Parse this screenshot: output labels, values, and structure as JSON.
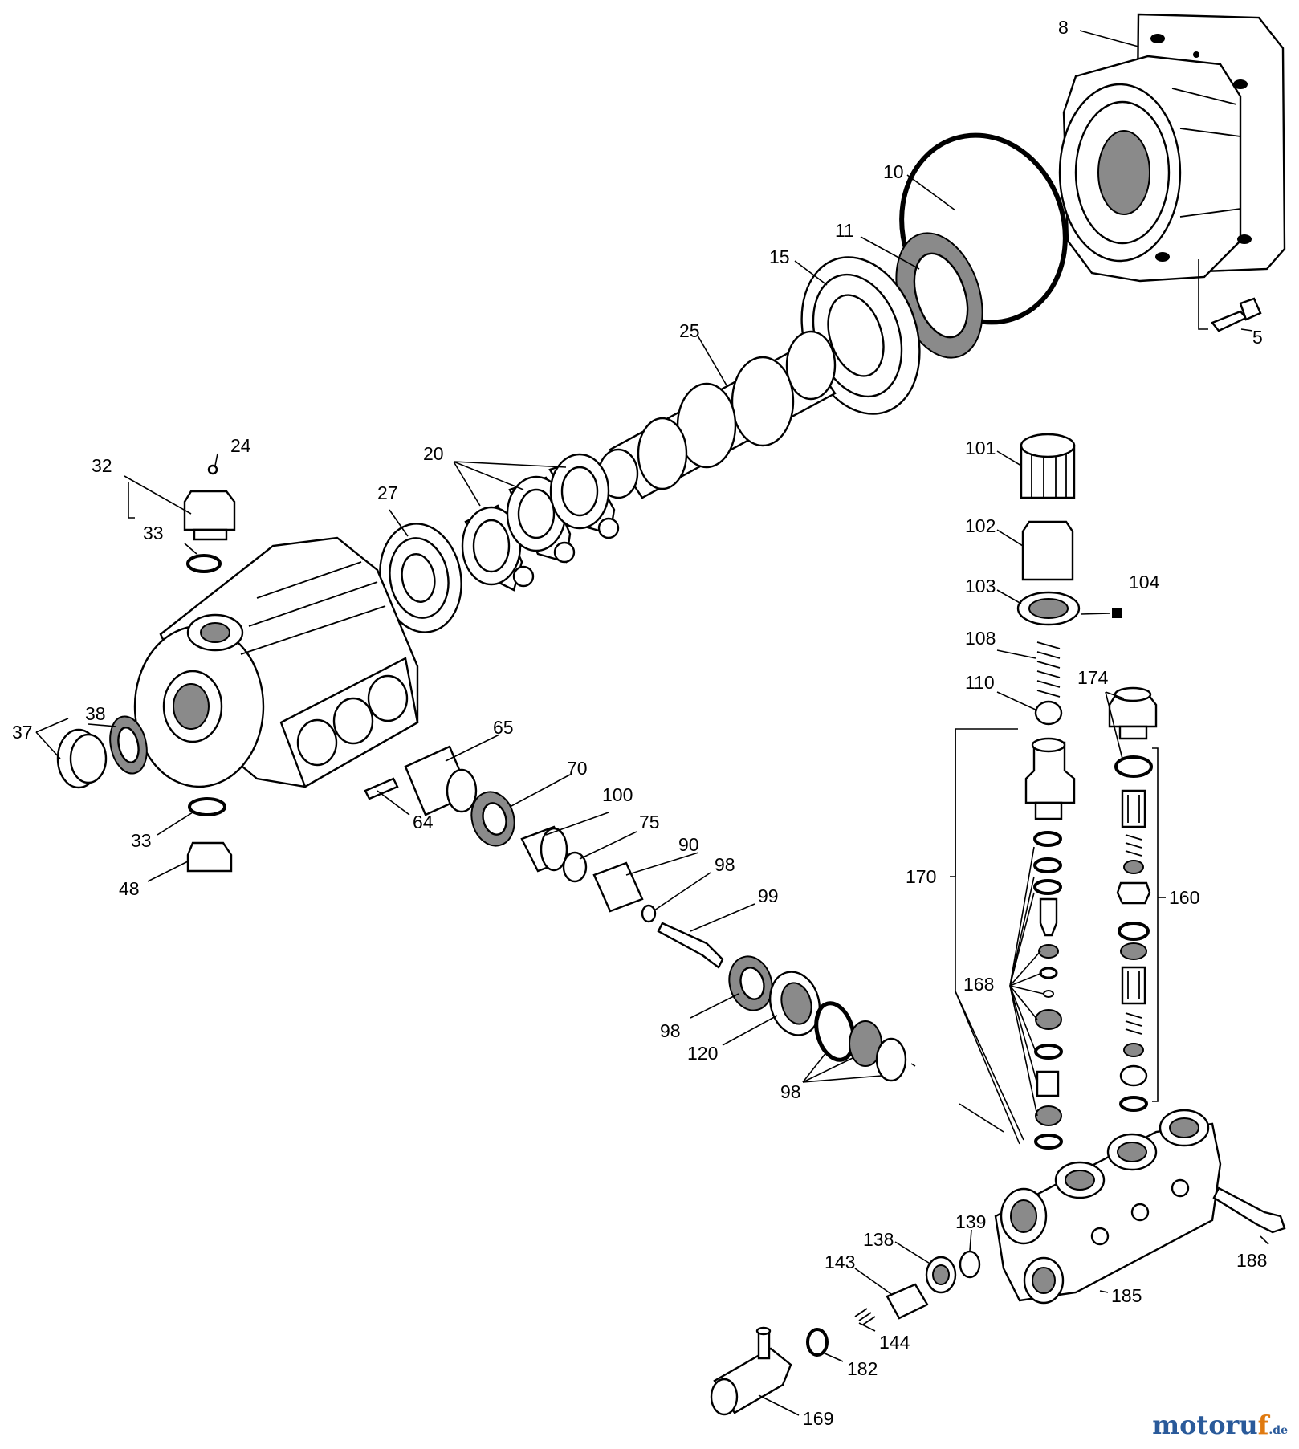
{
  "diagram": {
    "labels": [
      {
        "id": "l8",
        "text": "8"
      },
      {
        "id": "l10",
        "text": "10"
      },
      {
        "id": "l11",
        "text": "11"
      },
      {
        "id": "l15",
        "text": "15"
      },
      {
        "id": "l5",
        "text": "5"
      },
      {
        "id": "l25",
        "text": "25"
      },
      {
        "id": "l24",
        "text": "24"
      },
      {
        "id": "l32",
        "text": "32"
      },
      {
        "id": "l33a",
        "text": "33"
      },
      {
        "id": "l27",
        "text": "27"
      },
      {
        "id": "l20",
        "text": "20"
      },
      {
        "id": "l101",
        "text": "101"
      },
      {
        "id": "l102",
        "text": "102"
      },
      {
        "id": "l103",
        "text": "103"
      },
      {
        "id": "l104",
        "text": "104"
      },
      {
        "id": "l108",
        "text": "108"
      },
      {
        "id": "l110",
        "text": "110"
      },
      {
        "id": "l174",
        "text": "174"
      },
      {
        "id": "l37",
        "text": "37"
      },
      {
        "id": "l38",
        "text": "38"
      },
      {
        "id": "l65",
        "text": "65"
      },
      {
        "id": "l70",
        "text": "70"
      },
      {
        "id": "l100",
        "text": "100"
      },
      {
        "id": "l64",
        "text": "64"
      },
      {
        "id": "l33b",
        "text": "33"
      },
      {
        "id": "l75",
        "text": "75"
      },
      {
        "id": "l90",
        "text": "90"
      },
      {
        "id": "l48",
        "text": "48"
      },
      {
        "id": "l98a",
        "text": "98"
      },
      {
        "id": "l99",
        "text": "99"
      },
      {
        "id": "l170",
        "text": "170"
      },
      {
        "id": "l160",
        "text": "160"
      },
      {
        "id": "l168",
        "text": "168"
      },
      {
        "id": "l98b",
        "text": "98"
      },
      {
        "id": "l120",
        "text": "120"
      },
      {
        "id": "l98c",
        "text": "98"
      },
      {
        "id": "l139",
        "text": "139"
      },
      {
        "id": "l138",
        "text": "138"
      },
      {
        "id": "l143",
        "text": "143"
      },
      {
        "id": "l188",
        "text": "188"
      },
      {
        "id": "l185",
        "text": "185"
      },
      {
        "id": "l144",
        "text": "144"
      },
      {
        "id": "l182",
        "text": "182"
      },
      {
        "id": "l169",
        "text": "169"
      }
    ]
  },
  "watermark": {
    "main": "motoru",
    "accent": "f",
    "tld": ".de"
  }
}
